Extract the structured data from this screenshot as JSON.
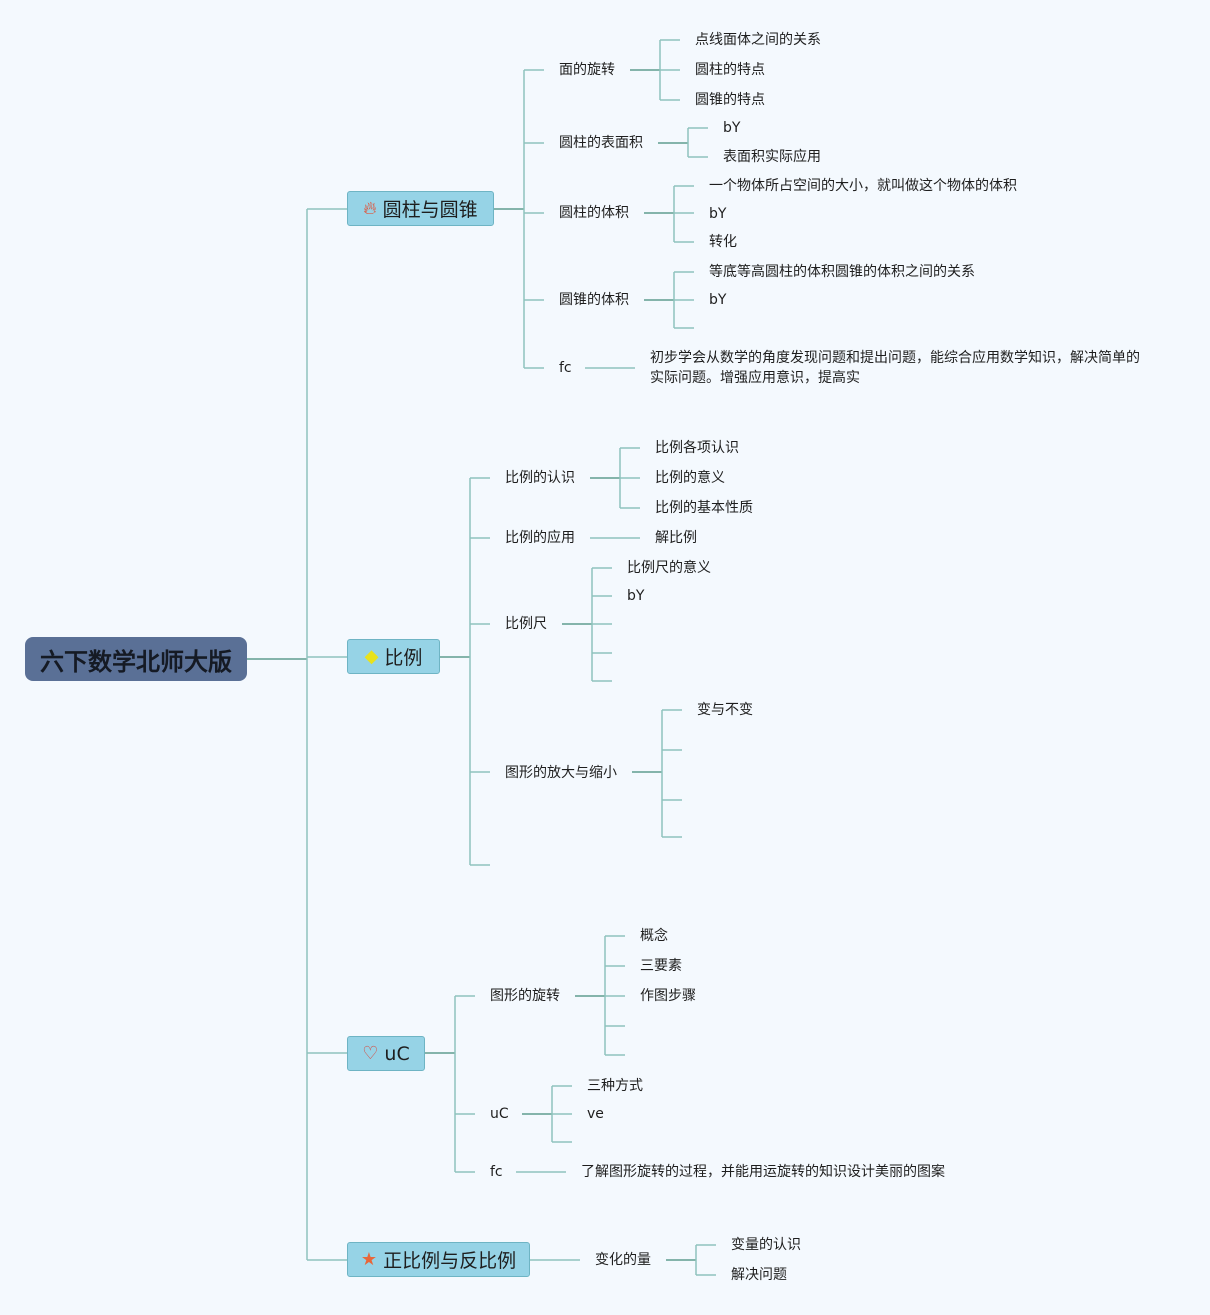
{
  "root": {
    "label": "六下数学北师大版"
  },
  "colors": {
    "background": "#f4f9fe",
    "root_fill": "#5a7096",
    "topic_fill": "#96d3e6",
    "line": "#8fc3bd",
    "line_dark": "#5f9e8f"
  },
  "topics": [
    {
      "label": "圆柱与圆锥",
      "icon": "fire-icon",
      "children": [
        {
          "label": "面的旋转",
          "children": [
            "点线面体之间的关系",
            "圆柱的特点",
            "圆锥的特点"
          ]
        },
        {
          "label": "圆柱的表面积",
          "children": [
            "bY",
            "表面积实际应用"
          ]
        },
        {
          "label": "圆柱的体积",
          "children": [
            "一个物体所占空间的大小，就叫做这个物体的体积",
            "bY",
            "转化"
          ]
        },
        {
          "label": "圆锥的体积",
          "children": [
            "等底等高圆柱的体积圆锥的体积之间的关系",
            "bY"
          ]
        },
        {
          "label": "fc",
          "children": [
            "初步学会从数学的角度发现问题和提出问题，能综合应用数学知识，解决简单的实际问题。增强应用意识，提高实"
          ]
        }
      ]
    },
    {
      "label": "比例",
      "icon": "diamond-icon",
      "children": [
        {
          "label": "比例的认识",
          "children": [
            "比例各项认识",
            "比例的意义",
            "比例的基本性质"
          ]
        },
        {
          "label": "比例的应用",
          "children": [
            "解比例"
          ]
        },
        {
          "label": "比例尺",
          "children": [
            "比例尺的意义",
            "bY"
          ]
        },
        {
          "label": "图形的放大与缩小",
          "children": [
            "变与不变"
          ]
        }
      ]
    },
    {
      "label": "uC",
      "icon": "heart-icon",
      "children": [
        {
          "label": "图形的旋转",
          "children": [
            "概念",
            "三要素",
            "作图步骤"
          ]
        },
        {
          "label": "uC",
          "children": [
            "三种方式",
            "ve"
          ]
        },
        {
          "label": "fc",
          "children": [
            "了解图形旋转的过程，并能用运旋转的知识设计美丽的图案"
          ]
        }
      ]
    },
    {
      "label": "正比例与反比例",
      "icon": "star-icon",
      "children": [
        {
          "label": "变化的量",
          "children": [
            "变量的认识",
            "解决问题"
          ]
        }
      ]
    }
  ]
}
